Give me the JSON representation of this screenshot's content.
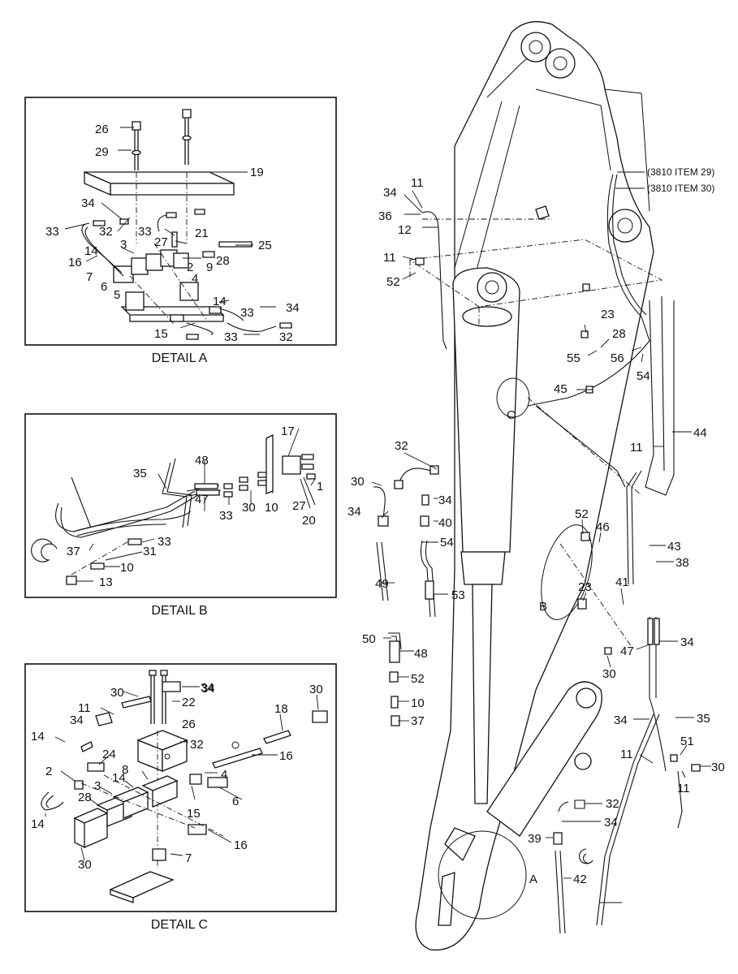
{
  "details": {
    "a": {
      "caption": "DETAIL A"
    },
    "b": {
      "caption": "DETAIL B"
    },
    "c": {
      "caption": "DETAIL C"
    }
  },
  "references": {
    "item29": "(3810 ITEM 29)",
    "item30": "(3810 ITEM 30)"
  },
  "view_letters": {
    "a": "A",
    "b": "B",
    "c": "C"
  },
  "callouts": [
    {
      "t": "26"
    },
    {
      "t": "29"
    },
    {
      "t": "19"
    },
    {
      "t": "34"
    },
    {
      "t": "33"
    },
    {
      "t": "32"
    },
    {
      "t": "33"
    },
    {
      "t": "21"
    },
    {
      "t": "27"
    },
    {
      "t": "25"
    },
    {
      "t": "3"
    },
    {
      "t": "28"
    },
    {
      "t": "14"
    },
    {
      "t": "16"
    },
    {
      "t": "2"
    },
    {
      "t": "9"
    },
    {
      "t": "7"
    },
    {
      "t": "4"
    },
    {
      "t": "6"
    },
    {
      "t": "5"
    },
    {
      "t": "14"
    },
    {
      "t": "34"
    },
    {
      "t": "33"
    },
    {
      "t": "15"
    },
    {
      "t": "33"
    },
    {
      "t": "32"
    },
    {
      "t": "17"
    },
    {
      "t": "48"
    },
    {
      "t": "35"
    },
    {
      "t": "1"
    },
    {
      "t": "27"
    },
    {
      "t": "47"
    },
    {
      "t": "33"
    },
    {
      "t": "30"
    },
    {
      "t": "10"
    },
    {
      "t": "20"
    },
    {
      "t": "33"
    },
    {
      "t": "37"
    },
    {
      "t": "31"
    },
    {
      "t": "10"
    },
    {
      "t": "13"
    },
    {
      "t": "30"
    },
    {
      "t": "34"
    },
    {
      "t": "11"
    },
    {
      "t": "22"
    },
    {
      "t": "34"
    },
    {
      "t": "26"
    },
    {
      "t": "34"
    },
    {
      "t": "30"
    },
    {
      "t": "18"
    },
    {
      "t": "32"
    },
    {
      "t": "14"
    },
    {
      "t": "24"
    },
    {
      "t": "16"
    },
    {
      "t": "2"
    },
    {
      "t": "8"
    },
    {
      "t": "4"
    },
    {
      "t": "3"
    },
    {
      "t": "14"
    },
    {
      "t": "6"
    },
    {
      "t": "28"
    },
    {
      "t": "15"
    },
    {
      "t": "14"
    },
    {
      "t": "16"
    },
    {
      "t": "7"
    },
    {
      "t": "30"
    },
    {
      "t": "34"
    },
    {
      "t": "11"
    },
    {
      "t": "36"
    },
    {
      "t": "12"
    },
    {
      "t": "11"
    },
    {
      "t": "52"
    },
    {
      "t": "23"
    },
    {
      "t": "28"
    },
    {
      "t": "55"
    },
    {
      "t": "56"
    },
    {
      "t": "54"
    },
    {
      "t": "45"
    },
    {
      "t": "44"
    },
    {
      "t": "11"
    },
    {
      "t": "32"
    },
    {
      "t": "30"
    },
    {
      "t": "34"
    },
    {
      "t": "34"
    },
    {
      "t": "40"
    },
    {
      "t": "54"
    },
    {
      "t": "52"
    },
    {
      "t": "46"
    },
    {
      "t": "43"
    },
    {
      "t": "38"
    },
    {
      "t": "49"
    },
    {
      "t": "53"
    },
    {
      "t": "23"
    },
    {
      "t": "41"
    },
    {
      "t": "50"
    },
    {
      "t": "48"
    },
    {
      "t": "47"
    },
    {
      "t": "34"
    },
    {
      "t": "52"
    },
    {
      "t": "30"
    },
    {
      "t": "10"
    },
    {
      "t": "37"
    },
    {
      "t": "35"
    },
    {
      "t": "34"
    },
    {
      "t": "51"
    },
    {
      "t": "11"
    },
    {
      "t": "30"
    },
    {
      "t": "11"
    },
    {
      "t": "32"
    },
    {
      "t": "34"
    },
    {
      "t": "39"
    },
    {
      "t": "42"
    }
  ]
}
